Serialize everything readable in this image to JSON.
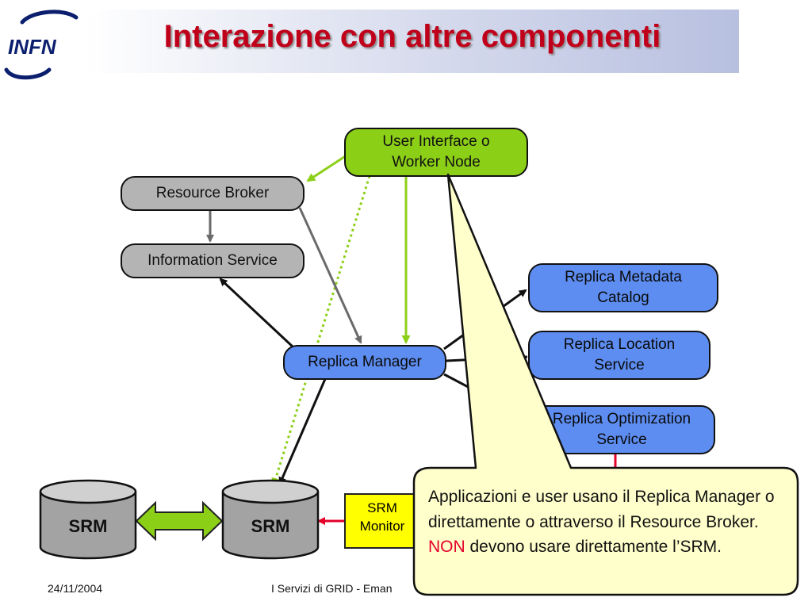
{
  "slide": {
    "title": "Interazione con altre componenti",
    "logo_text": "INFN"
  },
  "nodes": {
    "user_interface": "User Interface o\nWorker Node",
    "resource_broker": "Resource Broker",
    "information_service": "Information Service",
    "replica_manager": "Replica Manager",
    "replica_metadata": "Replica Metadata\nCatalog",
    "replica_location": "Replica Location\nService",
    "replica_optimization": "Replica Optimization\nService",
    "srm_left": "SRM",
    "srm_right": "SRM",
    "srm_monitor": "SRM\nMonitor"
  },
  "callout": {
    "text_before": "Applicazioni e user usano il Replica Manager o direttamente o attraverso il Resource Broker. ",
    "highlight": "NON",
    "text_after": " devono usare direttamente l’SRM."
  },
  "footer": {
    "date": "24/11/2004",
    "center": "I Servizi di GRID - Eman"
  },
  "colors": {
    "title": "#c0001a",
    "gray_node": "#b4b4b4",
    "green_node": "#8ccf17",
    "blue_node": "#5d8df0",
    "monitor": "#ffff00",
    "callout": "#ffffcc",
    "highlight": "#e4002b",
    "green_arrow": "#8ccf17",
    "red_arrow": "#e4002b"
  }
}
